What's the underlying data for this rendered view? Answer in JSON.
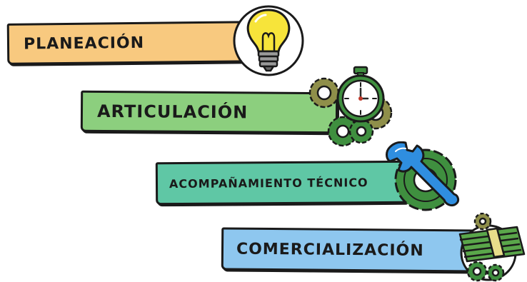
{
  "steps": [
    {
      "label": "PLANEACIÓN",
      "color": "#f8c97f",
      "icon": "lightbulb-icon"
    },
    {
      "label": "ARTICULACIÓN",
      "color": "#8ccf7e",
      "icon": "stopwatch-gears-icon"
    },
    {
      "label": "ACOMPAÑAMIENTO TÉCNICO",
      "color": "#5fc7a5",
      "icon": "wrench-gear-icon"
    },
    {
      "label": "COMERCIALIZACIÓN",
      "color": "#8ec7ef",
      "icon": "money-gears-icon"
    }
  ],
  "colors": {
    "outline": "#1a1a1a",
    "bulb": "#f7e43a",
    "gear_olive": "#8f8f4a",
    "gear_green": "#3f8f3f",
    "wrench_blue": "#2f8ee0",
    "money_green": "#5aa64a",
    "money_band": "#e8dd8a"
  }
}
